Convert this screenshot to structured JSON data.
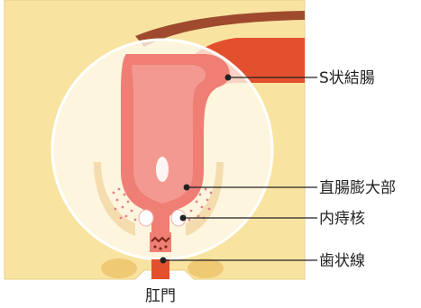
{
  "labels": {
    "sigmoid_colon": "S状結腸",
    "rectal_ampulla": "直腸膨大部",
    "internal_hemorrhoid": "内痔核",
    "dentate_line": "歯状線",
    "anus": "肛門"
  },
  "colors": {
    "background_tissue": "#f8e4a0",
    "tissue_outline": "#e9cf86",
    "colon": "#e3502d",
    "colon_dark": "#a83b22",
    "rectum_inner": "#ef7e74",
    "rectum_light": "#f4a09a",
    "magnifier_fill": "#fffaf0",
    "leader_line": "#222222"
  }
}
